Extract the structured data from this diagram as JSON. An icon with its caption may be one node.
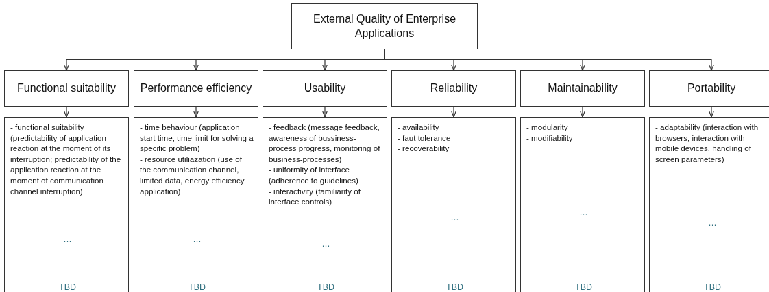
{
  "diagram": {
    "nodes": [
      {
        "text": [
          "External Quality of Enterprise Applications"
        ]
      },
      {
        "text": [
          "Functional suitability"
        ]
      },
      {
        "text": [
          "Performance efficiency"
        ]
      },
      {
        "text": [
          "Usability"
        ]
      },
      {
        "text": [
          "Reliability"
        ]
      },
      {
        "text": [
          "Maintainability"
        ]
      },
      {
        "text": [
          "Portability"
        ]
      },
      {
        "text": [
          "- functional suitability (predictability of application reaction at the moment of its interruption; predictability of the application reaction at the moment of communication channel interruption)",
          "…",
          "TBD"
        ]
      },
      {
        "text": [
          "- time behaviour (application start time, time limit for solving a specific problem)",
          "- resource utiliazation (use of the communication channel, limited data, energy efficiency application)",
          "…",
          "TBD"
        ]
      },
      {
        "text": [
          "- feedback (message feedback, awareness of bussiness-process progress, monitoring of business-processes)",
          "- uniformity of interface (adherence to guidelines)",
          "- interactivity (familiarity of interface controls)",
          "…",
          "TBD"
        ]
      },
      {
        "text": [
          "- availability",
          "- faut tolerance",
          "- recoverability",
          "…",
          "TBD"
        ]
      },
      {
        "text": [
          "- modularity",
          "- modifiability",
          "…",
          "TBD"
        ]
      },
      {
        "text": [
          "- adaptability (interaction with browsers, interaction with mobile devices, handling of screen parameters)",
          "…",
          "TBD"
        ]
      }
    ],
    "edges": [
      {
        "from": 0,
        "to": 1,
        "arrow": "to"
      },
      {
        "from": 0,
        "to": 2,
        "arrow": "to"
      },
      {
        "from": 0,
        "to": 3,
        "arrow": "to"
      },
      {
        "from": 0,
        "to": 4,
        "arrow": "to"
      },
      {
        "from": 0,
        "to": 5,
        "arrow": "to"
      },
      {
        "from": 0,
        "to": 6,
        "arrow": "to"
      },
      {
        "from": 1,
        "to": 7,
        "arrow": "to"
      },
      {
        "from": 2,
        "to": 8,
        "arrow": "to"
      },
      {
        "from": 3,
        "to": 9,
        "arrow": "to"
      },
      {
        "from": 4,
        "to": 10,
        "arrow": "to"
      },
      {
        "from": 5,
        "to": 11,
        "arrow": "to"
      },
      {
        "from": 6,
        "to": 12,
        "arrow": "to"
      }
    ]
  }
}
